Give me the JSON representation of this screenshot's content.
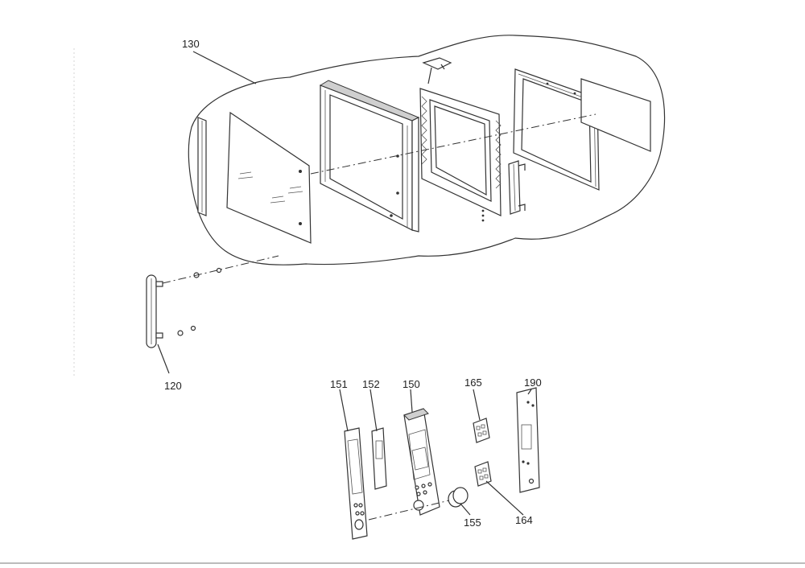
{
  "callouts": {
    "c130": "130",
    "c120": "120",
    "c151": "151",
    "c152": "152",
    "c150": "150",
    "c165": "165",
    "c190": "190",
    "c155": "155",
    "c164": "164"
  }
}
